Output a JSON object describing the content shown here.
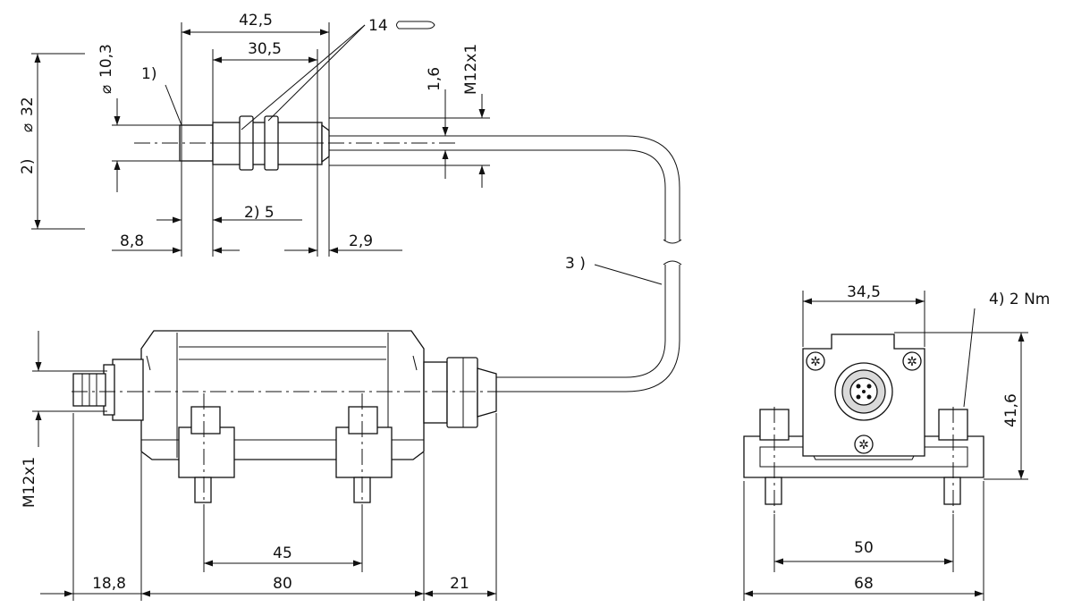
{
  "labels": {
    "dim_42_5": "42,5",
    "dim_30_5": "30,5",
    "dim_14": "14",
    "dim_d10_3": "10,3",
    "note_1": "1)",
    "dim_d32": "32",
    "note_2_left": "2)",
    "dim_1_6": "1,6",
    "dim_m12_top": "M12x1",
    "dim_2_5": "2)  5",
    "dim_8_8": "8,8",
    "dim_2_9": "2,9",
    "note_3": "3 )",
    "dim_34_5": "34,5",
    "note_4": "4)  2 Nm",
    "dim_41_6": "41,6",
    "dim_m12_left": "M12x1",
    "dim_45": "45",
    "dim_50": "50",
    "dim_18_8": "18,8",
    "dim_80": "80",
    "dim_21": "21",
    "dim_68": "68",
    "diameter_symbol": "⌀"
  }
}
